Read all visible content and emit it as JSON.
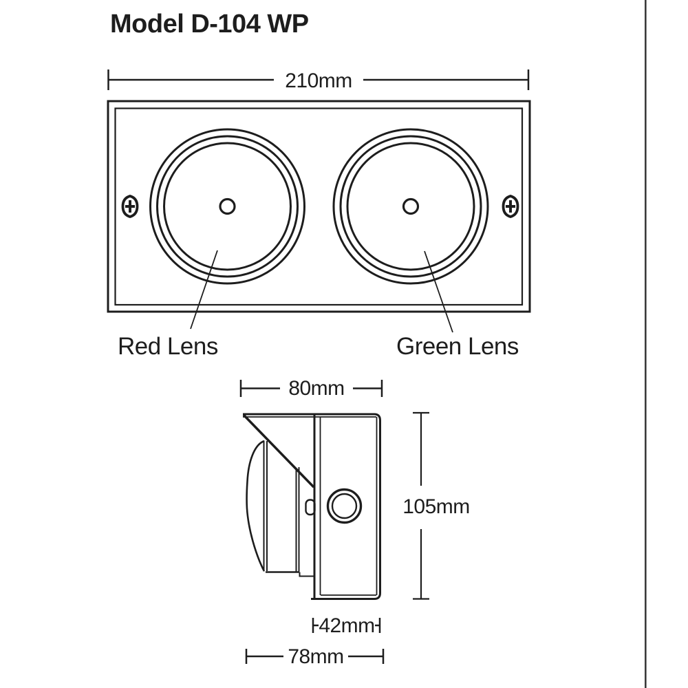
{
  "title": "Model D-104 WP",
  "front_view": {
    "width_dimension": "210mm",
    "left_lens_label": "Red Lens",
    "right_lens_label": "Green Lens"
  },
  "side_view": {
    "top_width_dimension": "80mm",
    "height_dimension": "105mm",
    "body_depth_dimension": "42mm",
    "total_depth_dimension": "78mm"
  },
  "icons": {
    "screw": "phillips-screw-icon"
  },
  "colors": {
    "ink": "#1d1d1d",
    "background": "#ffffff",
    "right_edge_line": "#3a3a3a"
  }
}
